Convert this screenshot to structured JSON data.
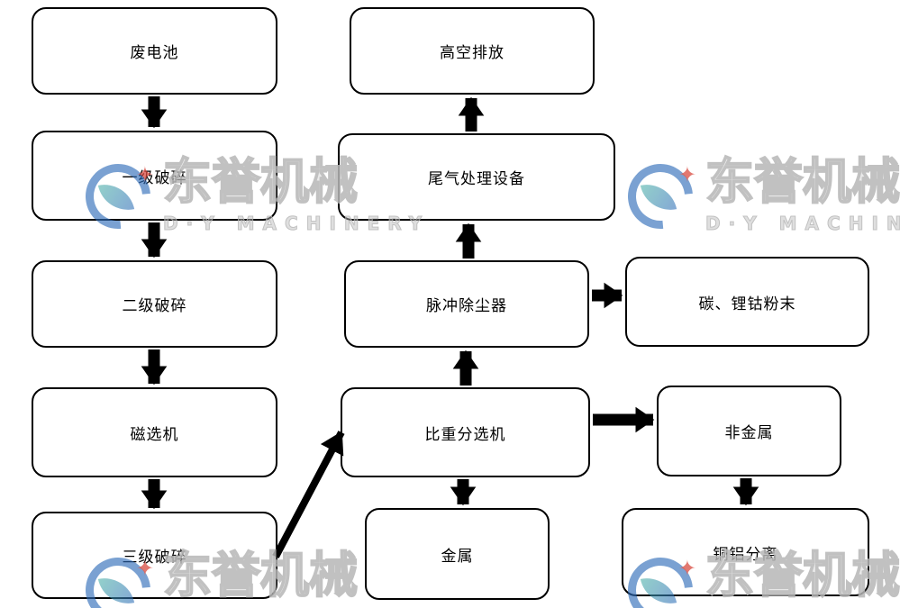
{
  "diagram": {
    "title_hint": "battery-recycling-process-flowchart",
    "nodes": {
      "waste_battery": "废电池",
      "primary_crush": "一级破碎",
      "secondary_crush": "二级破碎",
      "magnetic_separator": "磁选机",
      "tertiary_crush": "三级破碎",
      "high_emission": "高空排放",
      "exhaust_treatment": "尾气处理设备",
      "pulse_dust_collector": "脉冲除尘器",
      "gravity_separator": "比重分选机",
      "metal": "金属",
      "carbon_powder": "碳、锂钴粉末",
      "non_metal": "非金属",
      "cu_al_separation": "铜铝分离"
    },
    "edges": [
      {
        "from": "waste_battery",
        "to": "primary_crush",
        "direction": "down"
      },
      {
        "from": "primary_crush",
        "to": "secondary_crush",
        "direction": "down"
      },
      {
        "from": "secondary_crush",
        "to": "magnetic_separator",
        "direction": "down"
      },
      {
        "from": "magnetic_separator",
        "to": "tertiary_crush",
        "direction": "down"
      },
      {
        "from": "tertiary_crush",
        "to": "gravity_separator",
        "direction": "diagonal-up-right"
      },
      {
        "from": "gravity_separator",
        "to": "pulse_dust_collector",
        "direction": "up"
      },
      {
        "from": "pulse_dust_collector",
        "to": "exhaust_treatment",
        "direction": "up"
      },
      {
        "from": "exhaust_treatment",
        "to": "high_emission",
        "direction": "up"
      },
      {
        "from": "pulse_dust_collector",
        "to": "carbon_powder",
        "direction": "right"
      },
      {
        "from": "gravity_separator",
        "to": "non_metal",
        "direction": "right"
      },
      {
        "from": "gravity_separator",
        "to": "metal",
        "direction": "down"
      },
      {
        "from": "non_metal",
        "to": "cu_al_separation",
        "direction": "down"
      }
    ],
    "watermark": {
      "brand": "东誉机械",
      "subtitle": "D·Y MACHINERY",
      "logo_blue": "#2f6db8",
      "logo_red": "#d8453a",
      "text_gray": "#b7b7b7"
    },
    "colors": {
      "node_border": "#000000",
      "node_fill": "#ffffff",
      "arrow": "#000000",
      "background": "#ffffff"
    }
  }
}
